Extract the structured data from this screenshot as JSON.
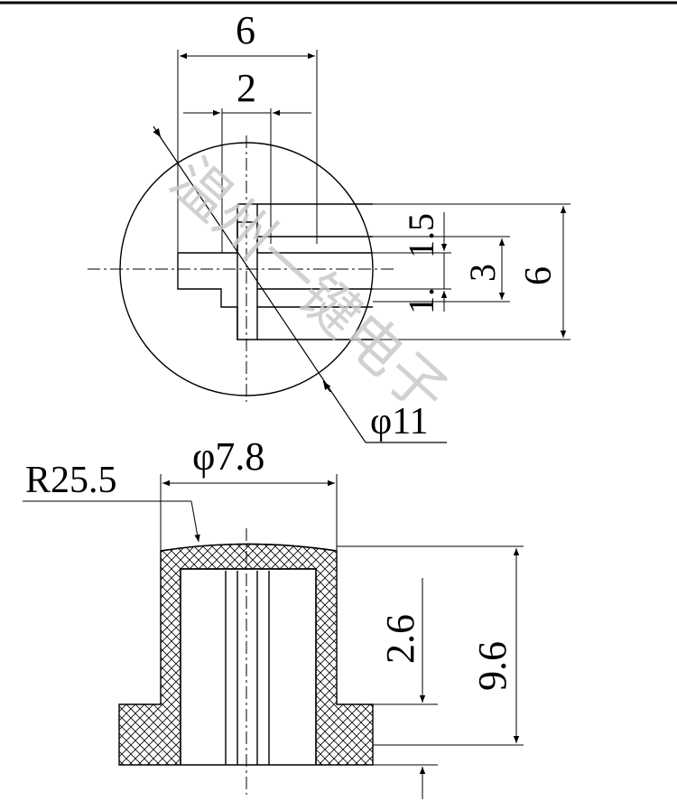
{
  "top_view": {
    "dim_width_6": "6",
    "dim_width_2": "2",
    "dim_height_1_5_top": "1.5",
    "dim_height_3": "3",
    "dim_height_6": "6",
    "dim_height_1_5_bottom": "1.",
    "dim_diameter_11": "φ11"
  },
  "side_view": {
    "dim_diameter_7_8": "φ7.8",
    "dim_radius": "R25.5",
    "dim_height_9_6": "9.6",
    "dim_height_2_6": "2.6"
  },
  "watermark": {
    "text": "温州一键电子"
  }
}
